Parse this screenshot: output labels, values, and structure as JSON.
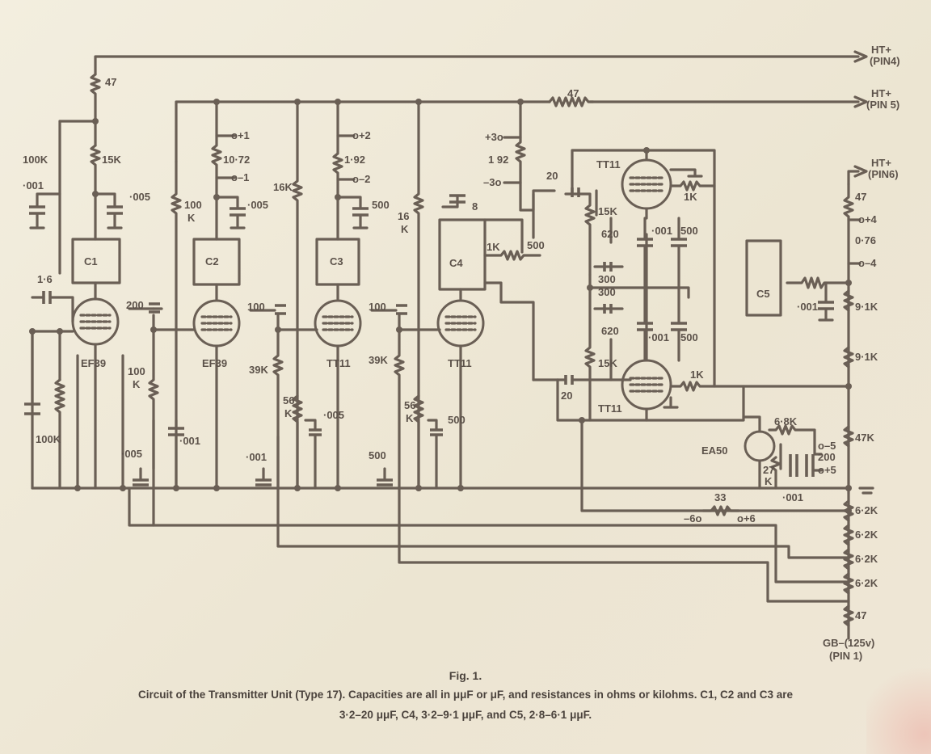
{
  "figure": {
    "number": "Fig. 1.",
    "caption_line1": "Circuit of the Transmitter Unit (Type 17).   Capacities are all in μμF or μF, and resistances in ohms or kilohms.   C1, C2 and C3 are",
    "caption_line2": "3·2–20 μμF, C4, 3·2–9·1 μμF, and C5, 2·8–6·1 μμF."
  },
  "terminals": {
    "ht_pin4": [
      "HT+",
      "(PIN4)"
    ],
    "ht_pin5": [
      "HT+",
      "(PIN 5)"
    ],
    "ht_pin6": [
      "HT+",
      "(PIN6)"
    ],
    "gb_pin1": [
      "GB–(125v)",
      "(PIN 1)"
    ]
  },
  "tubes": [
    "EF39",
    "EF39",
    "TT11",
    "TT11",
    "TT11",
    "TT11",
    "EA50"
  ],
  "tuning_capacitors": [
    "C1",
    "C2",
    "C3",
    "C4",
    "C5"
  ],
  "taps": [
    "o+1",
    "o–1",
    "o+2",
    "o–2",
    "+3o",
    "–3o",
    "o+4",
    "o–4",
    "o–5",
    "o+5",
    "–6o",
    "o+6"
  ],
  "labels": [
    {
      "id": "r47a",
      "text": "47"
    },
    {
      "id": "r47b",
      "text": "47"
    },
    {
      "id": "r15k",
      "text": "15K"
    },
    {
      "id": "r100k1",
      "text": "100K"
    },
    {
      "id": "c001a",
      "text": "·001"
    },
    {
      "id": "c005a",
      "text": "·005"
    },
    {
      "id": "r100k2a",
      "text": "100"
    },
    {
      "id": "r100k2b",
      "text": "K"
    },
    {
      "id": "r1072",
      "text": "10·72"
    },
    {
      "id": "c005b",
      "text": "·005"
    },
    {
      "id": "r16ka",
      "text": "16K"
    },
    {
      "id": "r192a",
      "text": "1·92"
    },
    {
      "id": "c500a",
      "text": "500"
    },
    {
      "id": "r16kb1",
      "text": "16"
    },
    {
      "id": "r16kb2",
      "text": "K"
    },
    {
      "id": "r192b",
      "text": "1 92"
    },
    {
      "id": "c20a",
      "text": "20"
    },
    {
      "id": "c8",
      "text": "8"
    },
    {
      "id": "r1ka",
      "text": "1K"
    },
    {
      "id": "c500b",
      "text": "500"
    },
    {
      "id": "r1kb",
      "text": "1K"
    },
    {
      "id": "r15kb",
      "text": "15K"
    },
    {
      "id": "r620a",
      "text": "620"
    },
    {
      "id": "c001b",
      "text": "·001"
    },
    {
      "id": "c500c",
      "text": "500"
    },
    {
      "id": "c300a",
      "text": "300"
    },
    {
      "id": "c300b",
      "text": "300"
    },
    {
      "id": "r620b",
      "text": "620"
    },
    {
      "id": "c001c",
      "text": "·001"
    },
    {
      "id": "c500d",
      "text": "500"
    },
    {
      "id": "r15kc",
      "text": "15K"
    },
    {
      "id": "c20b",
      "text": "20"
    },
    {
      "id": "r1kc",
      "text": "1K"
    },
    {
      "id": "c16",
      "text": "1·6"
    },
    {
      "id": "c200a",
      "text": "200"
    },
    {
      "id": "c100a",
      "text": "100"
    },
    {
      "id": "c100b",
      "text": "100"
    },
    {
      "id": "r100k3a",
      "text": "100"
    },
    {
      "id": "r100k3b",
      "text": "K"
    },
    {
      "id": "r39ka",
      "text": "39K"
    },
    {
      "id": "r39kb",
      "text": "39K"
    },
    {
      "id": "r56ka",
      "text": "56"
    },
    {
      "id": "r56kb",
      "text": "K"
    },
    {
      "id": "c005c",
      "text": "·005"
    },
    {
      "id": "r56kc",
      "text": "56"
    },
    {
      "id": "r56kd",
      "text": "K"
    },
    {
      "id": "c500e",
      "text": "500"
    },
    {
      "id": "r100k4",
      "text": "100K"
    },
    {
      "id": "c005d",
      "text": "·005"
    },
    {
      "id": "c001d",
      "text": "·001"
    },
    {
      "id": "c001e",
      "text": "·001"
    },
    {
      "id": "c500f",
      "text": "500"
    },
    {
      "id": "r47c",
      "text": "47"
    },
    {
      "id": "r076",
      "text": "0·76"
    },
    {
      "id": "c001f",
      "text": "·001"
    },
    {
      "id": "r91ka",
      "text": "9·1K"
    },
    {
      "id": "r91kb",
      "text": "9·1K"
    },
    {
      "id": "r68k",
      "text": "6·8K"
    },
    {
      "id": "c200b",
      "text": "200"
    },
    {
      "id": "r27ka",
      "text": "27"
    },
    {
      "id": "r27kb",
      "text": "K"
    },
    {
      "id": "c001g",
      "text": "·001"
    },
    {
      "id": "r47k",
      "text": "47K"
    },
    {
      "id": "r33",
      "text": "33"
    },
    {
      "id": "r62ka",
      "text": "6·2K"
    },
    {
      "id": "r62kb",
      "text": "6·2K"
    },
    {
      "id": "r62kc",
      "text": "6·2K"
    },
    {
      "id": "r62kd",
      "text": "6·2K"
    },
    {
      "id": "r47d",
      "text": "47"
    }
  ]
}
